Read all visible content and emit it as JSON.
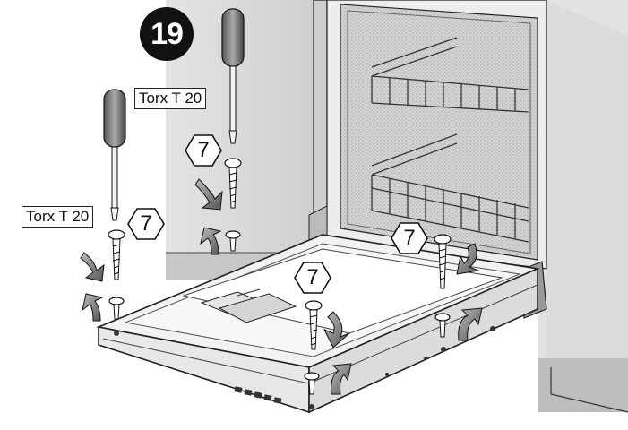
{
  "step": {
    "number": "19"
  },
  "tool_labels": [
    {
      "text": "Torx T 20"
    },
    {
      "text": "Torx T 20"
    }
  ],
  "callouts": [
    {
      "text": "7"
    },
    {
      "text": "7"
    },
    {
      "text": "7"
    },
    {
      "text": "7"
    }
  ]
}
